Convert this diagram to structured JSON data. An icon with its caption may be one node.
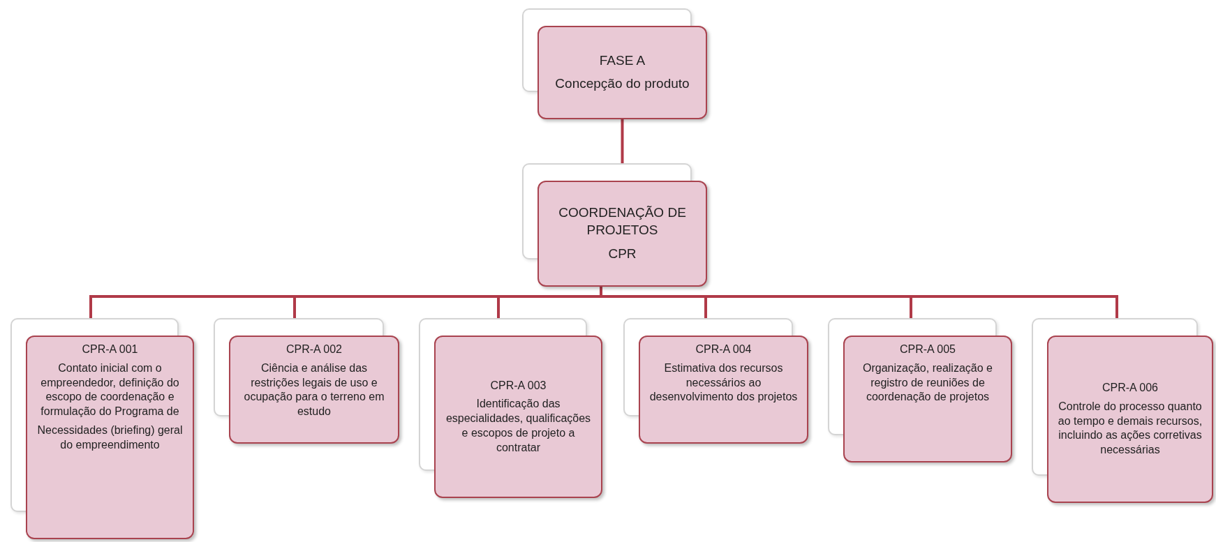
{
  "diagram": {
    "nodes": [
      {
        "text": [
          "FASE A",
          "Concepção do produto"
        ]
      },
      {
        "text": [
          "COORDENAÇÃO DE PROJETOS",
          "CPR"
        ]
      },
      {
        "text": [
          "CPR-A 001",
          "Contato inicial com o empreendedor, definição do escopo de coordenação e formulação do Programa de",
          "Necessidades (briefing) geral do empreendimento"
        ]
      },
      {
        "text": [
          "CPR-A 002",
          "Ciência e análise das restrições legais de uso e ocupação para o terreno em estudo"
        ]
      },
      {
        "text": [
          "CPR-A 003",
          "Identificação das especialidades, qualificações e escopos de projeto a contratar"
        ]
      },
      {
        "text": [
          "CPR-A 004",
          "Estimativa dos recursos necessários ao desenvolvimento dos projetos"
        ]
      },
      {
        "text": [
          "CPR-A 005",
          "Organização, realização e registro de reuniões de coordenação de projetos"
        ]
      },
      {
        "text": [
          "CPR-A 006",
          "Controle do processo quanto ao tempo e demais recursos, incluindo as ações corretivas necessárias"
        ]
      }
    ],
    "edges": [
      {
        "from": 0,
        "to": 1,
        "arrow": "none"
      },
      {
        "from": 1,
        "to": 2,
        "arrow": "none"
      },
      {
        "from": 1,
        "to": 3,
        "arrow": "none"
      },
      {
        "from": 1,
        "to": 4,
        "arrow": "none"
      },
      {
        "from": 1,
        "to": 5,
        "arrow": "none"
      },
      {
        "from": 1,
        "to": 6,
        "arrow": "none"
      },
      {
        "from": 1,
        "to": 7,
        "arrow": "none"
      }
    ]
  }
}
